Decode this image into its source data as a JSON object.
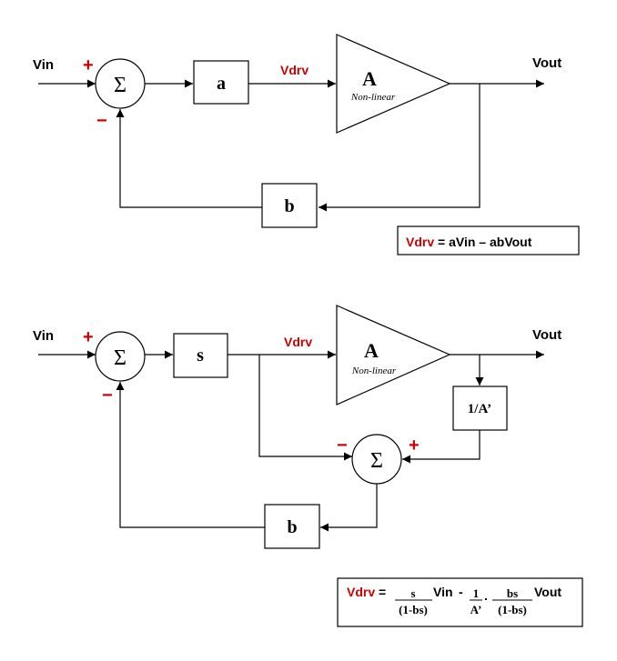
{
  "colors": {
    "line": "#000000",
    "accent": "#cc0000",
    "background": "#ffffff"
  },
  "top": {
    "vin": "Vin",
    "vout": "Vout",
    "vdrv": "Vdrv",
    "plus": "+",
    "minus": "−",
    "sum_symbol": "Σ",
    "block_a": "a",
    "block_b": "b",
    "amp_label": "A",
    "amp_sub": "Non-linear",
    "equation": {
      "lhs": "Vdrv",
      "eq": " = ",
      "t1": "aVin – ",
      "t2": "ab",
      "t3": "Vout"
    }
  },
  "bottom": {
    "vin": "Vin",
    "vout": "Vout",
    "vdrv": "Vdrv",
    "plus": "+",
    "minus": "−",
    "plus2": "+",
    "minus2": "−",
    "sum_symbol": "Σ",
    "sum2_symbol": "Σ",
    "block_s": "s",
    "block_b": "b",
    "block_inv": "1/A’",
    "amp_label": "A",
    "amp_sub": "Non-linear",
    "equation": {
      "lhs": "Vdrv",
      "eq": " = ",
      "f1_num": "s",
      "f1_den": "(1-bs)",
      "vin": "Vin",
      "dash": "-",
      "f2_num": "1",
      "f2_den": "A’",
      "dot": ".",
      "f3_num": "bs",
      "f3_den": "(1-bs)",
      "vout": "Vout"
    }
  }
}
